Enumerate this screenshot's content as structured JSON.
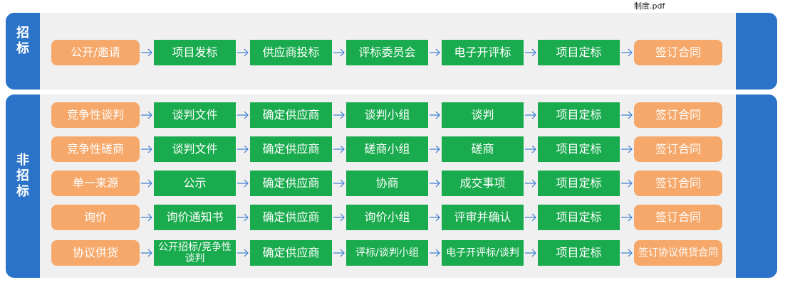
{
  "filename": "制度.pdf",
  "sections": {
    "bidding": "招\n标",
    "non_bidding": "非\n招\n标"
  },
  "rows": [
    {
      "steps": [
        "公开/邀请",
        "项目发标",
        "供应商投标",
        "评标委员会",
        "电子开评标",
        "项目定标",
        "签订合同"
      ]
    },
    {
      "steps": [
        "竞争性谈判",
        "谈判文件",
        "确定供应商",
        "谈判小组",
        "谈判",
        "项目定标",
        "签订合同"
      ]
    },
    {
      "steps": [
        "竞争性磋商",
        "谈判文件",
        "确定供应商",
        "磋商小组",
        "磋商",
        "项目定标",
        "签订合同"
      ]
    },
    {
      "steps": [
        "单一来源",
        "公示",
        "确定供应商",
        "协商",
        "成交事项",
        "项目定标",
        "签订合同"
      ]
    },
    {
      "steps": [
        "询价",
        "询价通知书",
        "确定供应商",
        "询价小组",
        "评审并确认",
        "项目定标",
        "签订合同"
      ]
    },
    {
      "steps": [
        "协议供货",
        "公开招标/竞争性谈判",
        "确定供应商",
        "评标/谈判小组",
        "电子开评标/谈判",
        "项目定标",
        "签订协议供货合同"
      ]
    }
  ],
  "colors": {
    "panel": "#2a73c8",
    "orange": "#f5a86a",
    "green": "#1aab4e",
    "arrow": "#3b7dd0"
  }
}
